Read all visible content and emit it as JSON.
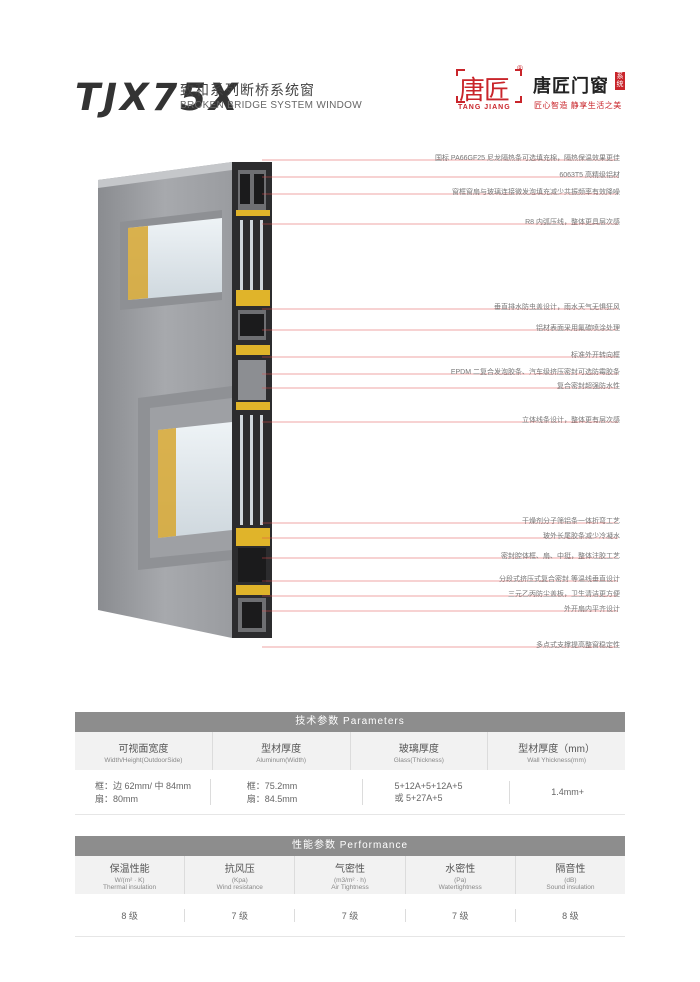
{
  "header": {
    "model": "TJX75X",
    "title_cn": "致和系列断桥系统窗",
    "title_en": "BROKEN BRIDGE SYSTEM WINDOW"
  },
  "logo": {
    "mark_text": "唐匠",
    "mark_sub": "TANG JIANG",
    "reg": "®",
    "name": "唐匠门窗",
    "tag": "系统",
    "slogan": "匠心智造 静享生活之美",
    "brand_color": "#c9252b"
  },
  "callouts": [
    "国标 PA66GF25 尼龙隔热条可选填充棉，隔热保温效果更佳",
    "6063T5 高精级铝材",
    "窗框窗扇与玻璃连接微发泡填充减少共振频率有效降噪",
    "R8 内弧压线，整体更具层次感",
    "垂直排水防虫盖设计，雨水天气无惧狂风",
    "铝材表面采用氟碳喷涂处理",
    "标准外开转向框",
    "EPDM 二复合发泡胶条、汽车级挤压密封可选防霉胶条",
    "复合密封超强防水性",
    "立体线条设计，整体更有层次感",
    "干燥剂分子筛铝条一体折弯工艺",
    "玻外长尾胶条减少冷凝水",
    "密封腔体框、扇、中挺，整体注胶工艺",
    "分段式挤压式复合密封 等温线垂直设计",
    "三元乙丙防尘盖板，卫生清洁更方便",
    "外开扇内平齐设计",
    "多点式支撑提高整窗稳定性"
  ],
  "parameters": {
    "title": "技术参数  Parameters",
    "columns": [
      {
        "cn": "可视面宽度",
        "en": "Width/Height(OutdoorSide)",
        "value": [
          "框：边 62mm/ 中 84mm",
          "扇：80mm"
        ]
      },
      {
        "cn": "型材厚度",
        "en": "Aluminum(Width)",
        "value": [
          "框：75.2mm",
          "扇：84.5mm"
        ]
      },
      {
        "cn": "玻璃厚度",
        "en": "Glass(Thickness)",
        "value": [
          "5+12A+5+12A+5",
          "或 5+27A+5"
        ]
      },
      {
        "cn": "型材厚度（mm）",
        "en": "Wall Yhickness(mm)",
        "value": [
          "1.4mm+",
          ""
        ]
      }
    ]
  },
  "performance": {
    "title": "性能参数  Performance",
    "columns": [
      {
        "cn": "保温性能",
        "unit": "W/(m² · K)",
        "en": "Thermal insulation",
        "value": "8 级"
      },
      {
        "cn": "抗风压",
        "unit": "(Kpa)",
        "en": "Wind resistance",
        "value": "7 级"
      },
      {
        "cn": "气密性",
        "unit": "(m3/m² · h)",
        "en": "Air Tightness",
        "value": "7 级"
      },
      {
        "cn": "水密性",
        "unit": "(Pa)",
        "en": "Watertightness",
        "value": "7 级"
      },
      {
        "cn": "隔音性",
        "unit": "(dB)",
        "en": "Sound insulation",
        "value": "8 级"
      }
    ]
  }
}
